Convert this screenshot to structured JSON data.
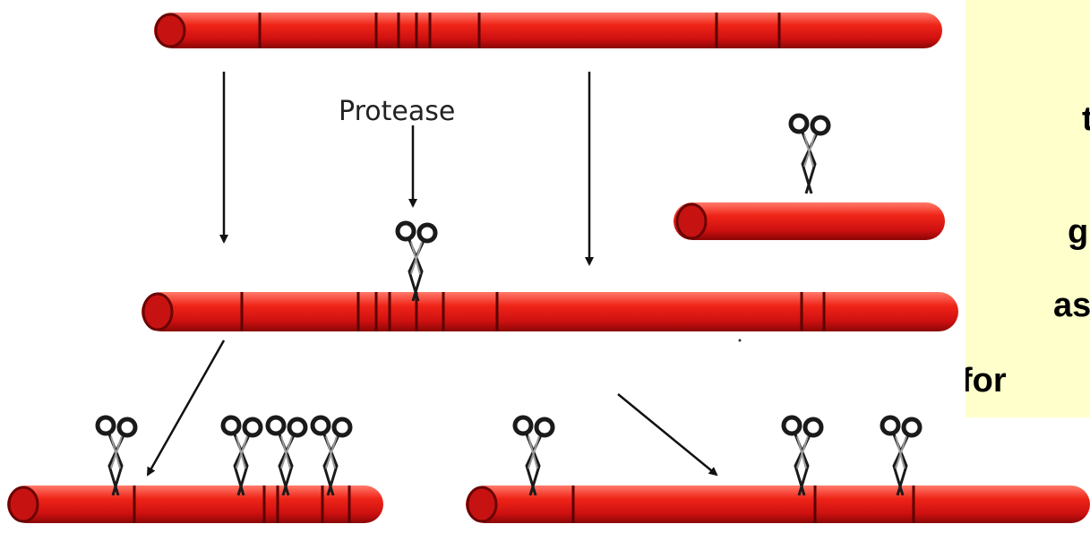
{
  "diagram": {
    "protease_label": "Protease",
    "colors": {
      "polypeptide": "#e81515",
      "polypeptide_dark": "#a00a0a",
      "arrow": "#111111",
      "scissors": "#222222",
      "note_bg": "#ffffcc"
    },
    "icons": [
      "scissors-icon",
      "arrow-icon"
    ]
  },
  "note": {
    "lines": [
      "t",
      "g",
      "as",
      "for"
    ]
  }
}
